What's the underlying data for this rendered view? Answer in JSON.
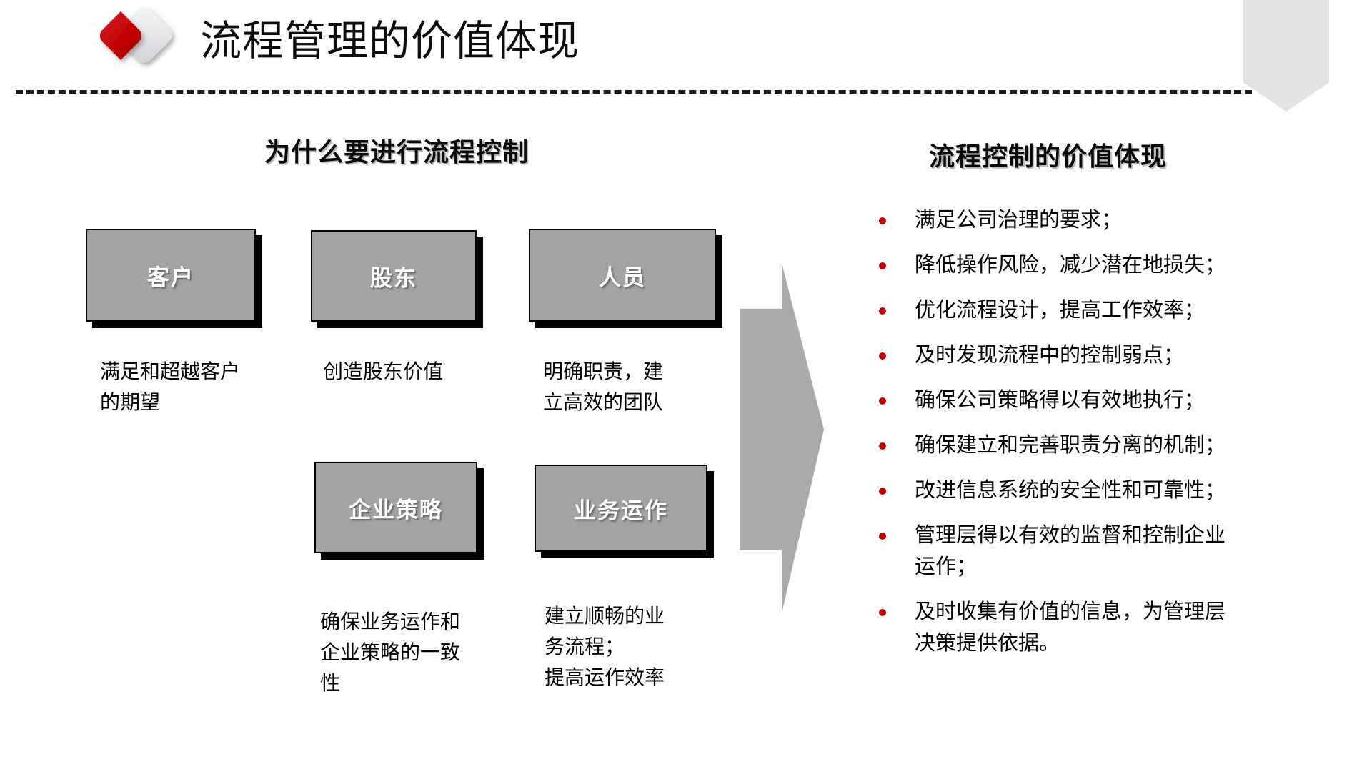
{
  "header": {
    "title": "流程管理的价值体现",
    "logo_icon": "red-chevron-diamond-logo",
    "corner_icon": "gray-ribbon-banner",
    "divider_icon": "dashed-divider"
  },
  "left_panel": {
    "heading": "为什么要进行流程控制",
    "boxes": [
      {
        "label": "客户",
        "caption": "满足和超越客户\n的期望"
      },
      {
        "label": "股东",
        "caption": "创造股东价值"
      },
      {
        "label": "人员",
        "caption": "明确职责，建\n立高效的团队"
      },
      {
        "label": "企业策略",
        "caption": "确保业务运作和\n企业策略的一致\n性"
      },
      {
        "label": "业务运作",
        "caption": "建立顺畅的业\n务流程；\n提高运作效率"
      }
    ]
  },
  "arrow": {
    "icon": "right-arrow-shape"
  },
  "right_panel": {
    "heading": "流程控制的价值体现",
    "bullets": [
      "满足公司治理的要求；",
      "降低操作风险，减少潜在地损失；",
      "优化流程设计，提高工作效率；",
      "及时发现流程中的控制弱点；",
      "确保公司策略得以有效地执行；",
      "确保建立和完善职责分离的机制；",
      "改进信息系统的安全性和可靠性；",
      "管理层得以有效的监督和控制企业\n运作；",
      "及时收集有价值的信息，为管理层\n决策提供依据。"
    ]
  },
  "colors": {
    "accent_red": "#c00000",
    "box_gray": "#a3a3a3",
    "arrow_gray": "#aaaaaa",
    "ribbon_gray": "#e2e2e2",
    "text_black": "#000000",
    "background": "#ffffff"
  }
}
